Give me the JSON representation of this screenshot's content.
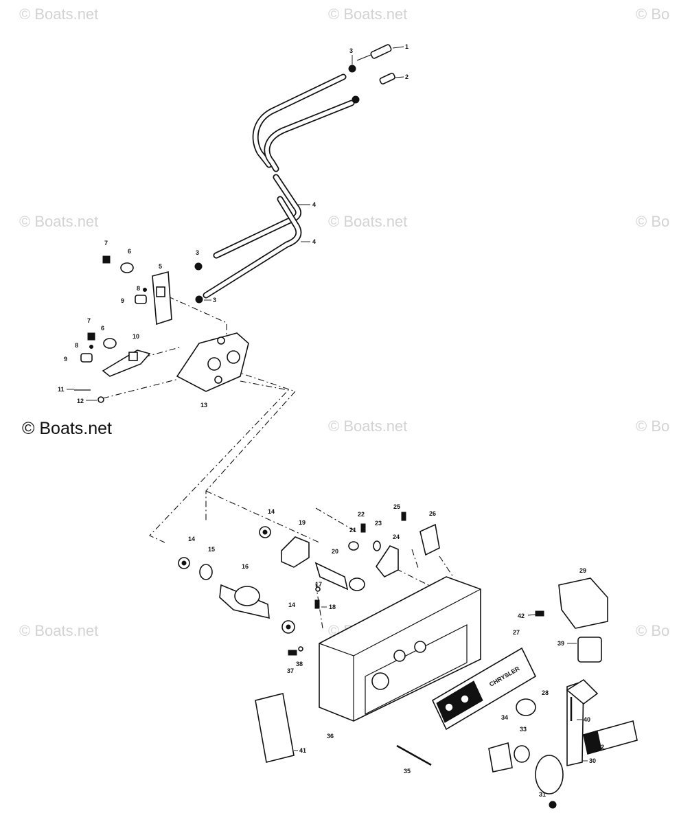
{
  "watermarks": {
    "brand": "© Boats.net",
    "partial": "© Bo"
  },
  "callouts": [
    "1",
    "2",
    "3",
    "4",
    "5",
    "6",
    "7",
    "8",
    "9",
    "10",
    "11",
    "12",
    "13",
    "14",
    "15",
    "16",
    "17",
    "18",
    "19",
    "20",
    "21",
    "22",
    "23",
    "24",
    "25",
    "26",
    "27",
    "28",
    "29",
    "30",
    "31",
    "32",
    "33",
    "34",
    "35",
    "36",
    "37",
    "38",
    "39",
    "40",
    "41",
    "42"
  ],
  "nameplate_text": "CHRYSLER"
}
